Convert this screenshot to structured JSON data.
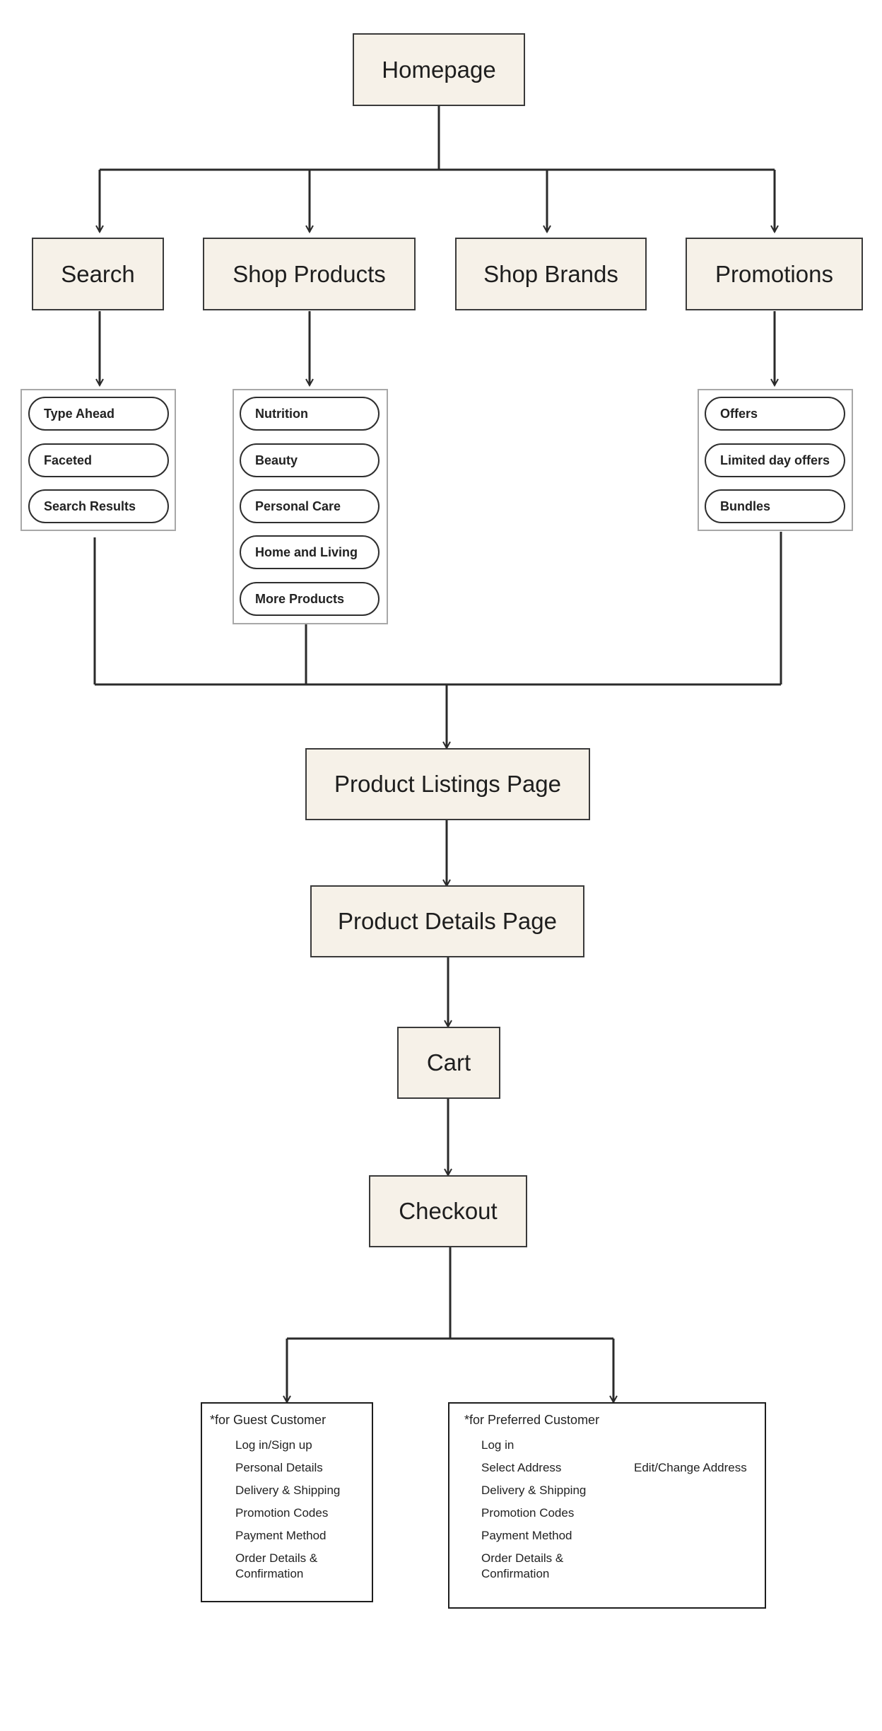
{
  "nodes": {
    "homepage": "Homepage",
    "search": "Search",
    "shop_products": "Shop Products",
    "shop_brands": "Shop Brands",
    "promotions": "Promotions",
    "product_listings": "Product Listings Page",
    "product_details": "Product Details Page",
    "cart": "Cart",
    "checkout": "Checkout"
  },
  "search_items": [
    "Type Ahead",
    "Faceted",
    "Search Results"
  ],
  "shop_items": [
    "Nutrition",
    "Beauty",
    "Personal Care",
    "Home and Living",
    "More Products"
  ],
  "promo_items": [
    "Offers",
    "Limited day offers",
    "Bundles"
  ],
  "guest": {
    "title": "*for Guest Customer",
    "steps": [
      "Log in/Sign up",
      "Personal Details",
      "Delivery & Shipping",
      "Promotion Codes",
      "Payment Method",
      "Order Details & Confirmation"
    ]
  },
  "preferred": {
    "title": "*for Preferred Customer",
    "steps": [
      "Log in",
      "Select Address",
      "Delivery & Shipping",
      "Promotion Codes",
      "Payment Method",
      "Order Details & Confirmation"
    ],
    "branch": "Edit/Change Address"
  },
  "colors": {
    "box_fill": "#f6f1e8",
    "line": "#2a2a2a"
  }
}
